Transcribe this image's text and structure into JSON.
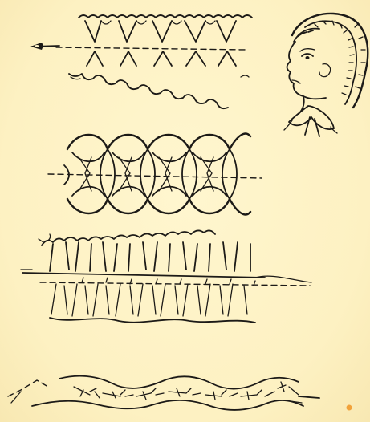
{
  "figures": [
    {
      "name": "needle-pulling-gathering-thread"
    },
    {
      "name": "honeycomb-diamond-smocking"
    },
    {
      "name": "double-row-gathered-ruffle"
    },
    {
      "name": "wavy-feather-stitched-band"
    },
    {
      "name": "baby-in-bonnet"
    }
  ],
  "colors": {
    "paper": "#fdf3c8",
    "ink": "#1c1a17",
    "stain": "#f2a23a"
  }
}
